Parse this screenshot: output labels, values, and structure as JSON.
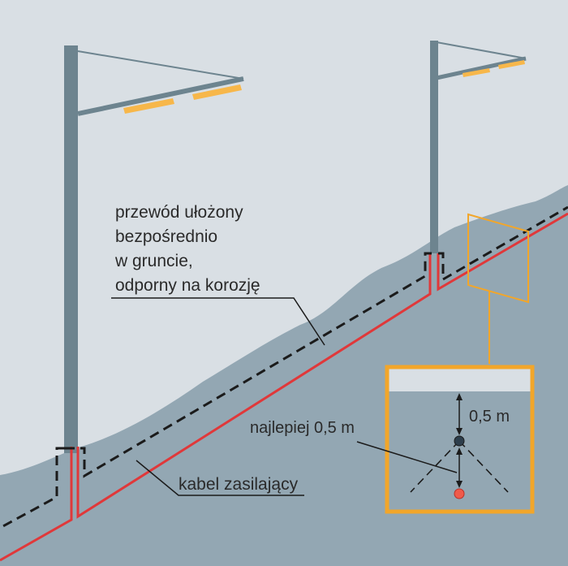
{
  "labels": {
    "conductor_line1": "przewód ułożony",
    "conductor_line2": "bezpośrednio",
    "conductor_line3": "w gruncie,",
    "conductor_line4": "odporny na korozję",
    "power_cable": "kabel zasilający",
    "preferred_depth": "najlepiej 0,5 m",
    "depth_value": "0,5 m"
  },
  "colors": {
    "sky": "#d9dfe4",
    "ground": "#93a7b3",
    "pole": "#6d848f",
    "lamp": "#f7b74a",
    "power_cable": "#e0383a",
    "earthing_conductor": "#1b1b1b",
    "inset_frame": "#f2a62a"
  }
}
